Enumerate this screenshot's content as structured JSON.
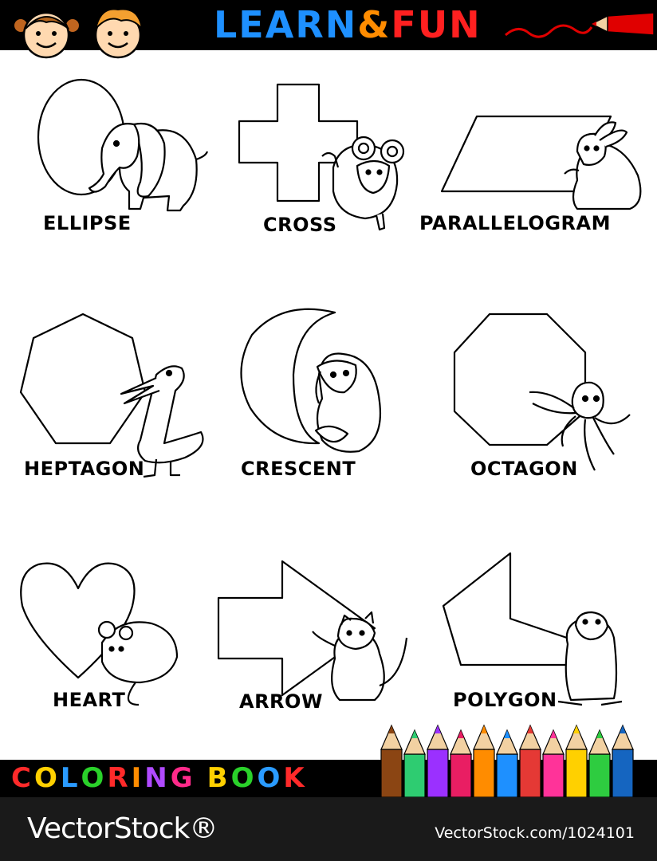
{
  "header": {
    "title_parts": [
      {
        "text": "LEARN",
        "color": "#1e90ff"
      },
      {
        "text": " & ",
        "color": "#ff8c00"
      },
      {
        "text": "FUN",
        "color": "#ff2020"
      }
    ],
    "background": "#000000",
    "icons": [
      "kids-faces-icon",
      "red-pencil-icon"
    ]
  },
  "shapes": [
    {
      "label": "ELLIPSE",
      "shape": "ellipse",
      "animal": "elephant"
    },
    {
      "label": "CROSS",
      "shape": "cross",
      "animal": "ram"
    },
    {
      "label": "PARALLELOGRAM",
      "shape": "parallelogram",
      "animal": "rabbit"
    },
    {
      "label": "HEPTAGON",
      "shape": "heptagon",
      "animal": "bird"
    },
    {
      "label": "CRESCENT",
      "shape": "crescent",
      "animal": "dog"
    },
    {
      "label": "OCTAGON",
      "shape": "octagon",
      "animal": "octopus"
    },
    {
      "label": "HEART",
      "shape": "heart",
      "animal": "mouse"
    },
    {
      "label": "ARROW",
      "shape": "arrow",
      "animal": "cat"
    },
    {
      "label": "POLYGON",
      "shape": "polygon",
      "animal": "gopher"
    }
  ],
  "footer": {
    "title_letters": [
      {
        "text": "C",
        "color": "#ff2a2a"
      },
      {
        "text": "O",
        "color": "#ffd000"
      },
      {
        "text": "L",
        "color": "#2a9bff"
      },
      {
        "text": "O",
        "color": "#2ad12a"
      },
      {
        "text": "R",
        "color": "#ff2a2a"
      },
      {
        "text": "I",
        "color": "#ff8c00"
      },
      {
        "text": "N",
        "color": "#b04aff"
      },
      {
        "text": "G",
        "color": "#ff2a8a"
      },
      {
        "text": " ",
        "color": "#ffffff"
      },
      {
        "text": "B",
        "color": "#ffd000"
      },
      {
        "text": "O",
        "color": "#2ad12a"
      },
      {
        "text": "O",
        "color": "#2a9bff"
      },
      {
        "text": "K",
        "color": "#ff2a2a"
      }
    ],
    "pencil_colors": [
      "#8b4513",
      "#2ecc71",
      "#9b30ff",
      "#e91e63",
      "#ff8c00",
      "#1e90ff",
      "#e53935",
      "#ff3399",
      "#ffd000",
      "#2ecc40",
      "#1565c0"
    ]
  },
  "watermark": {
    "brand": "VectorStock®",
    "image_id": "VectorStock.com/1024101"
  }
}
